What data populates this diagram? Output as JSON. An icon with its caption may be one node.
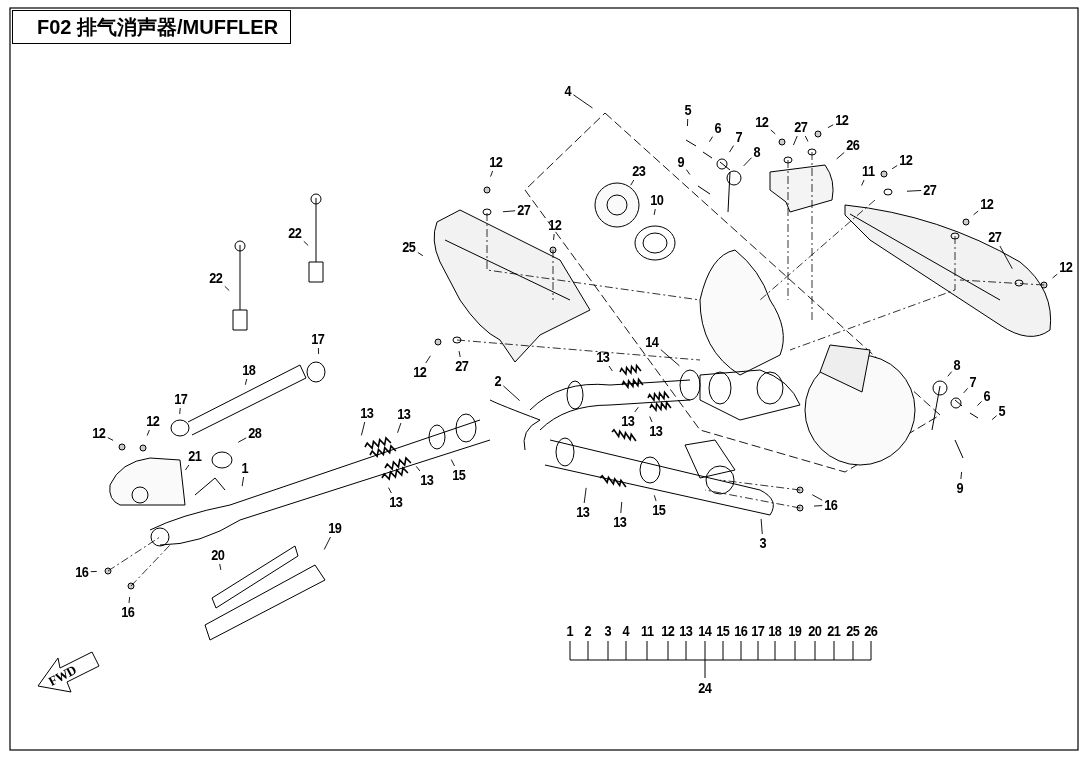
{
  "diagram": {
    "title": "F02 排气消声器/MUFFLER",
    "nodes": [
      {
        "text": [
          "4"
        ]
      },
      {
        "text": [
          "5"
        ]
      },
      {
        "text": [
          "6"
        ]
      },
      {
        "text": [
          "7"
        ]
      },
      {
        "text": [
          "8"
        ]
      },
      {
        "text": [
          "9"
        ]
      },
      {
        "text": [
          "12"
        ]
      },
      {
        "text": [
          "27"
        ]
      },
      {
        "text": [
          "12"
        ]
      },
      {
        "text": [
          "26"
        ]
      },
      {
        "text": [
          "23"
        ]
      },
      {
        "text": [
          "10"
        ]
      },
      {
        "text": [
          "11"
        ]
      },
      {
        "text": [
          "12"
        ]
      },
      {
        "text": [
          "27"
        ]
      },
      {
        "text": [
          "12"
        ]
      },
      {
        "text": [
          "27"
        ]
      },
      {
        "text": [
          "12"
        ]
      },
      {
        "text": [
          "12"
        ]
      },
      {
        "text": [
          "27"
        ]
      },
      {
        "text": [
          "12"
        ]
      },
      {
        "text": [
          "25"
        ]
      },
      {
        "text": [
          "22"
        ]
      },
      {
        "text": [
          "22"
        ]
      },
      {
        "text": [
          "17"
        ]
      },
      {
        "text": [
          "18"
        ]
      },
      {
        "text": [
          "17"
        ]
      },
      {
        "text": [
          "12"
        ]
      },
      {
        "text": [
          "27"
        ]
      },
      {
        "text": [
          "2"
        ]
      },
      {
        "text": [
          "14"
        ]
      },
      {
        "text": [
          "13"
        ]
      },
      {
        "text": [
          "12"
        ]
      },
      {
        "text": [
          "12"
        ]
      },
      {
        "text": [
          "21"
        ]
      },
      {
        "text": [
          "28"
        ]
      },
      {
        "text": [
          "1"
        ]
      },
      {
        "text": [
          "13"
        ]
      },
      {
        "text": [
          "13"
        ]
      },
      {
        "text": [
          "13"
        ]
      },
      {
        "text": [
          "13"
        ]
      },
      {
        "text": [
          "15"
        ]
      },
      {
        "text": [
          "13"
        ]
      },
      {
        "text": [
          "13"
        ]
      },
      {
        "text": [
          "13"
        ]
      },
      {
        "text": [
          "13"
        ]
      },
      {
        "text": [
          "15"
        ]
      },
      {
        "text": [
          "16"
        ]
      },
      {
        "text": [
          "3"
        ]
      },
      {
        "text": [
          "8"
        ]
      },
      {
        "text": [
          "7"
        ]
      },
      {
        "text": [
          "6"
        ]
      },
      {
        "text": [
          "5"
        ]
      },
      {
        "text": [
          "9"
        ]
      },
      {
        "text": [
          "19"
        ]
      },
      {
        "text": [
          "20"
        ]
      },
      {
        "text": [
          "16"
        ]
      },
      {
        "text": [
          "16"
        ]
      }
    ],
    "edges": [
      {
        "from": 0,
        "to": null,
        "arrow": "none"
      },
      {
        "from": 1,
        "to": null,
        "arrow": "none"
      },
      {
        "from": 2,
        "to": null,
        "arrow": "none"
      },
      {
        "from": 3,
        "to": null,
        "arrow": "none"
      },
      {
        "from": 4,
        "to": null,
        "arrow": "none"
      },
      {
        "from": 5,
        "to": null,
        "arrow": "none"
      },
      {
        "from": 6,
        "to": null,
        "arrow": "none"
      },
      {
        "from": 7,
        "to": null,
        "arrow": "none"
      },
      {
        "from": 7,
        "to": null,
        "arrow": "none"
      },
      {
        "from": 8,
        "to": null,
        "arrow": "none"
      },
      {
        "from": 9,
        "to": null,
        "arrow": "none"
      },
      {
        "from": 10,
        "to": null,
        "arrow": "none"
      },
      {
        "from": 11,
        "to": null,
        "arrow": "none"
      },
      {
        "from": 12,
        "to": null,
        "arrow": "none"
      },
      {
        "from": 13,
        "to": null,
        "arrow": "none"
      },
      {
        "from": 14,
        "to": null,
        "arrow": "none"
      },
      {
        "from": 15,
        "to": null,
        "arrow": "none"
      },
      {
        "from": 16,
        "to": null,
        "arrow": "none"
      },
      {
        "from": 17,
        "to": null,
        "arrow": "none"
      },
      {
        "from": 18,
        "to": null,
        "arrow": "none"
      },
      {
        "from": 19,
        "to": null,
        "arrow": "none"
      },
      {
        "from": 20,
        "to": null,
        "arrow": "none"
      },
      {
        "from": 21,
        "to": null,
        "arrow": "none"
      },
      {
        "from": 22,
        "to": null,
        "arrow": "none"
      },
      {
        "from": 23,
        "to": null,
        "arrow": "none"
      },
      {
        "from": 24,
        "to": null,
        "arrow": "none"
      },
      {
        "from": 25,
        "to": null,
        "arrow": "none"
      },
      {
        "from": 26,
        "to": null,
        "arrow": "none"
      },
      {
        "from": 27,
        "to": null,
        "arrow": "none"
      },
      {
        "from": 28,
        "to": null,
        "arrow": "none"
      },
      {
        "from": 29,
        "to": null,
        "arrow": "none"
      },
      {
        "from": 30,
        "to": null,
        "arrow": "none"
      },
      {
        "from": 31,
        "to": null,
        "arrow": "none"
      },
      {
        "from": 32,
        "to": null,
        "arrow": "none"
      },
      {
        "from": 33,
        "to": null,
        "arrow": "none"
      },
      {
        "from": 34,
        "to": null,
        "arrow": "none"
      },
      {
        "from": 35,
        "to": null,
        "arrow": "none"
      },
      {
        "from": 36,
        "to": null,
        "arrow": "none"
      },
      {
        "from": 37,
        "to": null,
        "arrow": "none"
      },
      {
        "from": 38,
        "to": null,
        "arrow": "none"
      },
      {
        "from": 39,
        "to": null,
        "arrow": "none"
      },
      {
        "from": 40,
        "to": null,
        "arrow": "none"
      },
      {
        "from": 41,
        "to": null,
        "arrow": "none"
      },
      {
        "from": 42,
        "to": null,
        "arrow": "none"
      },
      {
        "from": 43,
        "to": null,
        "arrow": "none"
      },
      {
        "from": 44,
        "to": null,
        "arrow": "none"
      },
      {
        "from": 45,
        "to": null,
        "arrow": "none"
      },
      {
        "from": 46,
        "to": null,
        "arrow": "none"
      },
      {
        "from": 47,
        "to": null,
        "arrow": "none"
      },
      {
        "from": 47,
        "to": null,
        "arrow": "none"
      },
      {
        "from": 48,
        "to": null,
        "arrow": "none"
      },
      {
        "from": 49,
        "to": null,
        "arrow": "none"
      },
      {
        "from": 50,
        "to": null,
        "arrow": "none"
      },
      {
        "from": 51,
        "to": null,
        "arrow": "none"
      },
      {
        "from": 52,
        "to": null,
        "arrow": "none"
      },
      {
        "from": 53,
        "to": null,
        "arrow": "none"
      },
      {
        "from": 54,
        "to": null,
        "arrow": "none"
      },
      {
        "from": 55,
        "to": null,
        "arrow": "none"
      },
      {
        "from": 56,
        "to": null,
        "arrow": "none"
      },
      {
        "from": 57,
        "to": null,
        "arrow": "none"
      }
    ],
    "labels": [
      "1",
      "2",
      "3",
      "4",
      "11",
      "12",
      "13",
      "14",
      "15",
      "16",
      "17",
      "18",
      "19",
      "20",
      "21",
      "25",
      "26",
      "24",
      "FWD"
    ]
  }
}
